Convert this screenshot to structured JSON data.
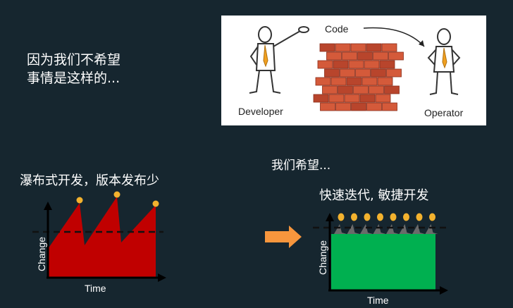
{
  "intro": {
    "line1": "因为我们不希望",
    "line2": "事情是这样的..."
  },
  "illustration": {
    "code_label": "Code",
    "developer_label": "Developer",
    "operator_label": "Operator"
  },
  "waterfall": {
    "title": "瀑布式开发，版本发布少",
    "y_label": "Change",
    "x_label": "Time"
  },
  "hope": "我们希望...",
  "agile": {
    "title": "快速迭代, 敏捷开发",
    "y_label": "Change",
    "x_label": "Time"
  },
  "colors": {
    "background": "#16262f",
    "waterfall_fill": "#c00000",
    "agile_fill": "#00b050",
    "marker": "#f3b22e",
    "arrow": "#f7963d"
  }
}
